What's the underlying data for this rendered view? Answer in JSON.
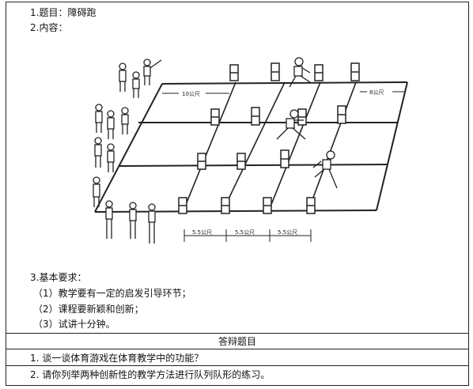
{
  "section1": {
    "title": "1.题目：障碍跑",
    "content_label": "2.内容："
  },
  "figure": {
    "measure_top_left": "10公尺",
    "measure_top_right": "8公尺",
    "measure_bottom": [
      "5.5公尺",
      "5.5公尺",
      "5.5公尺"
    ]
  },
  "requirements": {
    "heading": "3.基本要求：",
    "items": [
      "（1）教学要有一定的启发引导环节；",
      "（2）课程要新颖和创新；",
      "（3）试讲十分钟。"
    ]
  },
  "defense": {
    "heading": "答辩题目",
    "questions": [
      "1. 谈一谈体育游戏在体育教学中的功能？",
      "2. 请你列举两种创新性的教学方法进行队列队形的练习。"
    ]
  }
}
